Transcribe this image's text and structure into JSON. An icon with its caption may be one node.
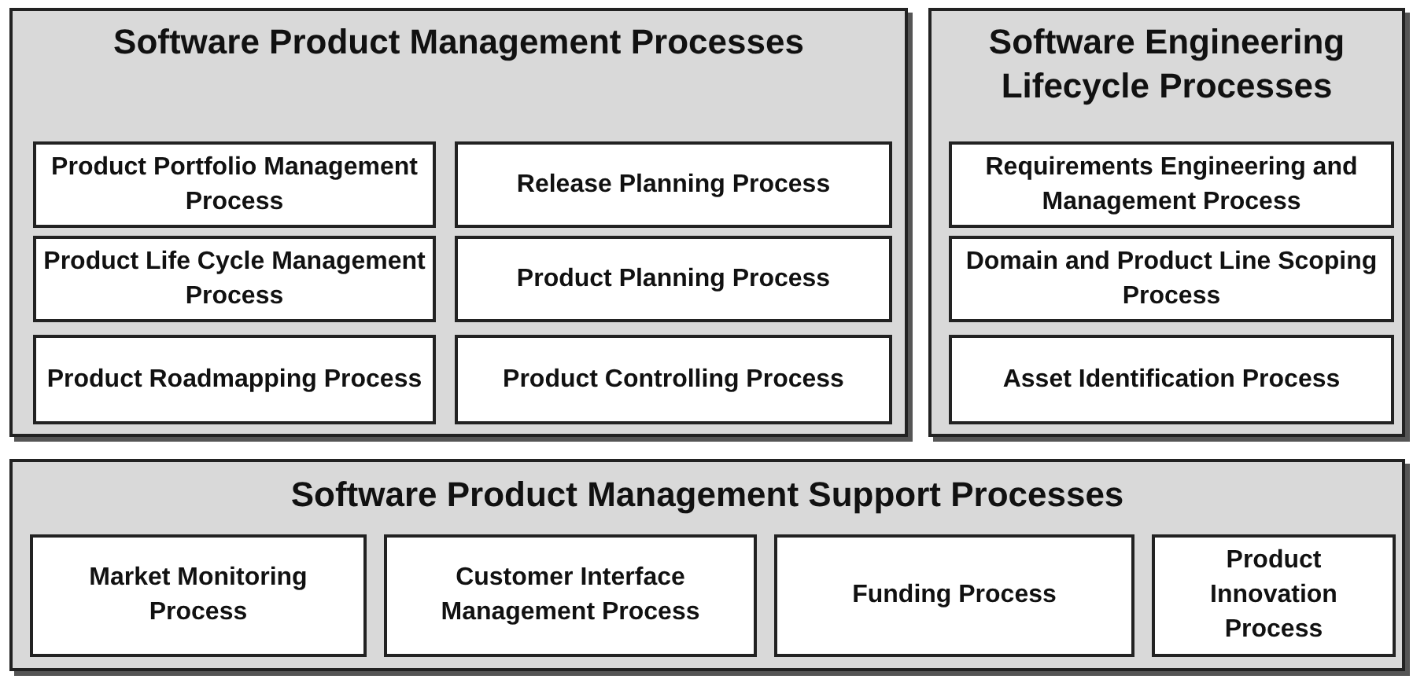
{
  "diagram": {
    "nodes": [
      {
        "text": [
          "Software Product Management Processes"
        ]
      },
      {
        "text": [
          "Product Portfolio Management Process"
        ],
        "in": 0
      },
      {
        "text": [
          "Release Planning Process"
        ],
        "in": 0
      },
      {
        "text": [
          "Product Life Cycle Management Process"
        ],
        "in": 0
      },
      {
        "text": [
          "Product Planning Process"
        ],
        "in": 0
      },
      {
        "text": [
          "Product Roadmapping Process"
        ],
        "in": 0
      },
      {
        "text": [
          "Product Controlling Process"
        ],
        "in": 0
      },
      {
        "text": [
          "Software Engineering Lifecycle Processes"
        ]
      },
      {
        "text": [
          "Requirements Engineering and Management Process"
        ],
        "in": 7
      },
      {
        "text": [
          "Domain and Product Line Scoping Process"
        ],
        "in": 7
      },
      {
        "text": [
          "Asset Identification Process"
        ],
        "in": 7
      },
      {
        "text": [
          "Software Product Management Support Processes"
        ]
      },
      {
        "text": [
          "Market Monitoring Process"
        ],
        "in": 11
      },
      {
        "text": [
          "Customer Interface Management Process"
        ],
        "in": 11
      },
      {
        "text": [
          "Funding Process"
        ],
        "in": 11
      },
      {
        "text": [
          "Product Innovation Process"
        ],
        "in": 11
      }
    ]
  }
}
